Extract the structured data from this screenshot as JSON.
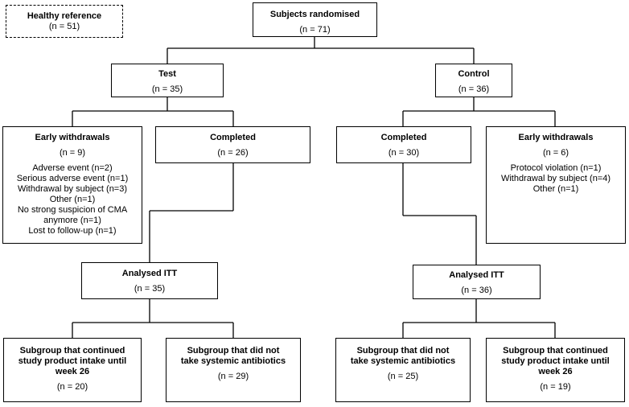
{
  "healthy": {
    "title": "Healthy reference",
    "n": "(n = 51)"
  },
  "randomised": {
    "title": "Subjects randomised",
    "n": "(n = 71)"
  },
  "test": {
    "title": "Test",
    "n": "(n = 35)",
    "withdrawals": {
      "title": "Early withdrawals",
      "n": "(n = 9)",
      "reasons": [
        "Adverse event (n=2)",
        "Serious adverse event (n=1)",
        "Withdrawal by subject (n=3)",
        "Other (n=1)",
        "No strong suspicion of CMA",
        "anymore  (n=1)",
        "Lost to follow-up (n=1)"
      ]
    },
    "completed": {
      "title": "Completed",
      "n": "(n = 26)"
    },
    "analysed": {
      "title": "Analysed ITT",
      "n": "(n = 35)"
    },
    "sub_continued": {
      "lines": [
        "Subgroup that continued",
        "study product intake until",
        "week 26"
      ],
      "n": "(n = 20)"
    },
    "sub_no_antibiotics": {
      "lines": [
        "Subgroup that did not",
        "take systemic antibiotics"
      ],
      "n": "(n = 29)"
    }
  },
  "control": {
    "title": "Control",
    "n": "(n = 36)",
    "completed": {
      "title": "Completed",
      "n": "(n = 30)"
    },
    "withdrawals": {
      "title": "Early withdrawals",
      "n": "(n = 6)",
      "reasons": [
        "Protocol violation (n=1)",
        "Withdrawal by subject (n=4)",
        "Other (n=1)"
      ]
    },
    "analysed": {
      "title": "Analysed ITT",
      "n": "(n = 36)"
    },
    "sub_no_antibiotics": {
      "lines": [
        "Subgroup that did not",
        "take systemic antibiotics"
      ],
      "n": "(n = 25)"
    },
    "sub_continued": {
      "lines": [
        "Subgroup that continued",
        "study product intake until",
        "week 26"
      ],
      "n": "(n = 19)"
    }
  }
}
